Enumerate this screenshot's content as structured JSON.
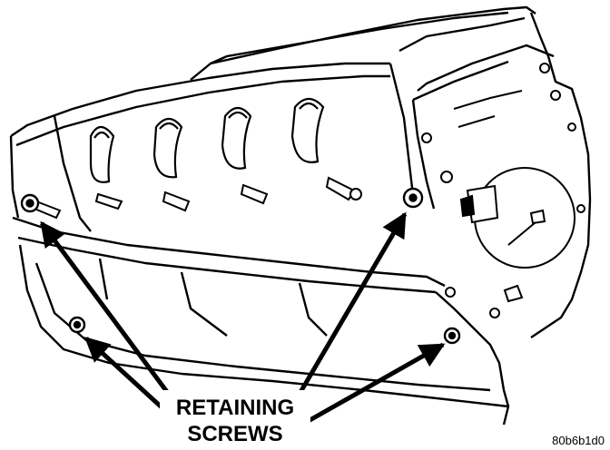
{
  "callout": {
    "line1": "RETAINING",
    "line2": "SCREWS"
  },
  "figure_code": "80b6b1d0",
  "colors": {
    "ink": "#000000",
    "paper": "#ffffff"
  }
}
